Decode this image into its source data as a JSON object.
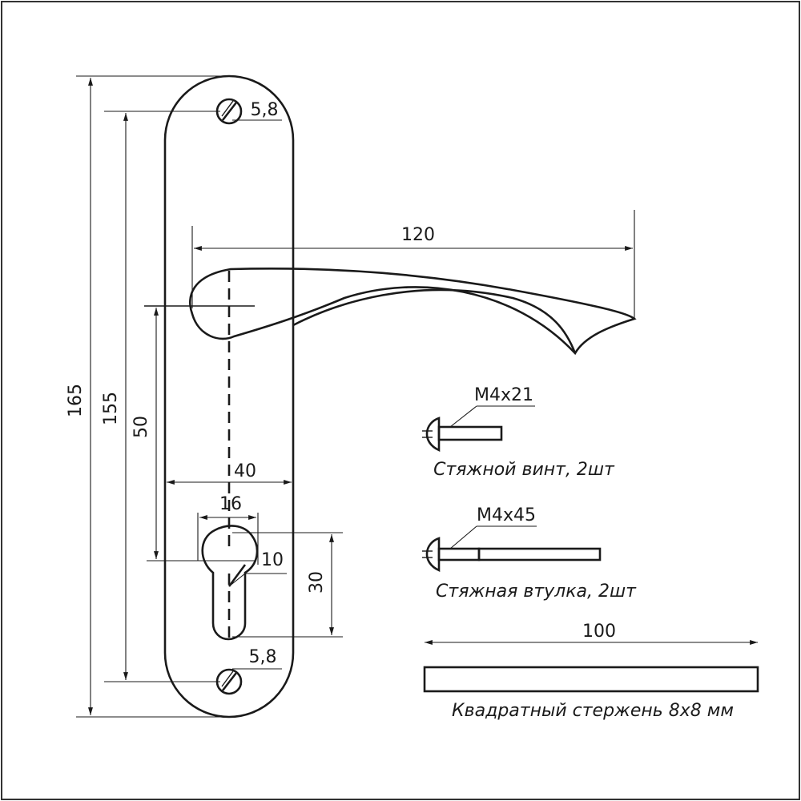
{
  "dimensions": {
    "total_height": "165",
    "hole_spacing": "155",
    "handle_to_cylinder": "50",
    "plate_width": "40",
    "cylinder_width": "16",
    "cylinder_narrow": "10",
    "cylinder_height": "30",
    "hole_top": "5,8",
    "hole_bottom": "5,8",
    "handle_length": "120",
    "rod_length": "100"
  },
  "parts": {
    "screw": {
      "size": "M4x21",
      "caption": "Стяжной винт, 2шт"
    },
    "sleeve": {
      "size": "M4x45",
      "caption": "Стяжная втулка, 2шт"
    },
    "rod": {
      "caption": "Квадратный стержень 8х8 мм"
    }
  }
}
